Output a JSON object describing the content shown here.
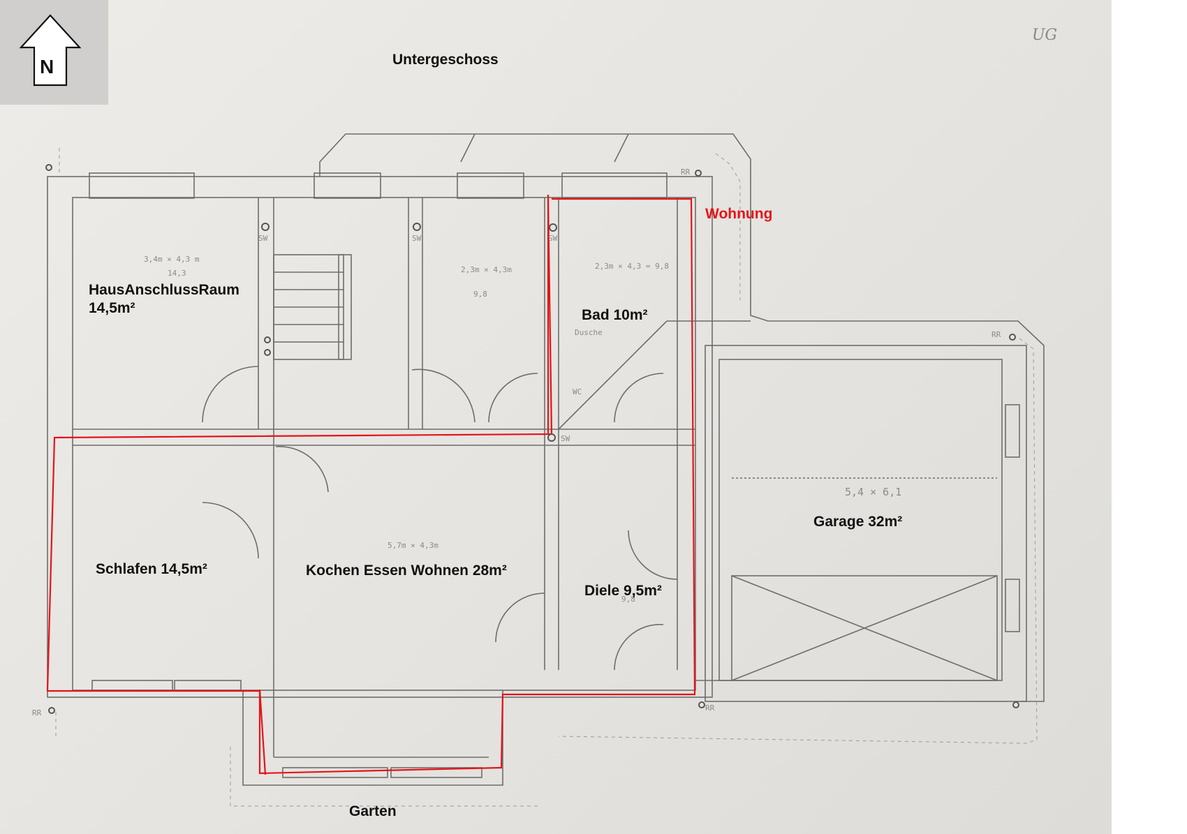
{
  "north_arrow": {
    "label": "N"
  },
  "title": "Untergeschoss",
  "corner_note": "UG",
  "labels": {
    "wohnung": "Wohnung",
    "hausanschluss_name": "HausAnschlussRaum",
    "hausanschluss_area": "14,5m²",
    "bad": "Bad 10m²",
    "schlafen": "Schlafen 14,5m²",
    "kochen": "Kochen Essen Wohnen 28m²",
    "diele": "Diele 9,5m²",
    "garage": "Garage 32m²",
    "garten": "Garten"
  },
  "pencil_notes": {
    "hausanschluss_dims": "3,4m × 4,3 m",
    "hausanschluss_value": "14,3",
    "middle_dims": "2,3m × 4,3m",
    "middle_value": "9,8",
    "bad_dims": "2,3m × 4,3 = 9,8",
    "bad_shower": "Dusche",
    "bad_wc": "WC",
    "sw1": "SW",
    "sw2": "SW",
    "sw3": "SW",
    "sw4": "SW",
    "garage_dims": "5,4 × 6,1",
    "kochen_dims": "5,7m × 4,3m",
    "diele_value": "9,8",
    "rr1": "RR",
    "rr2": "RR",
    "rr3": "RR",
    "rr4": "RR"
  },
  "colors": {
    "wohnung_outline": "#e5141a",
    "pencil": "#6d6d6d"
  }
}
